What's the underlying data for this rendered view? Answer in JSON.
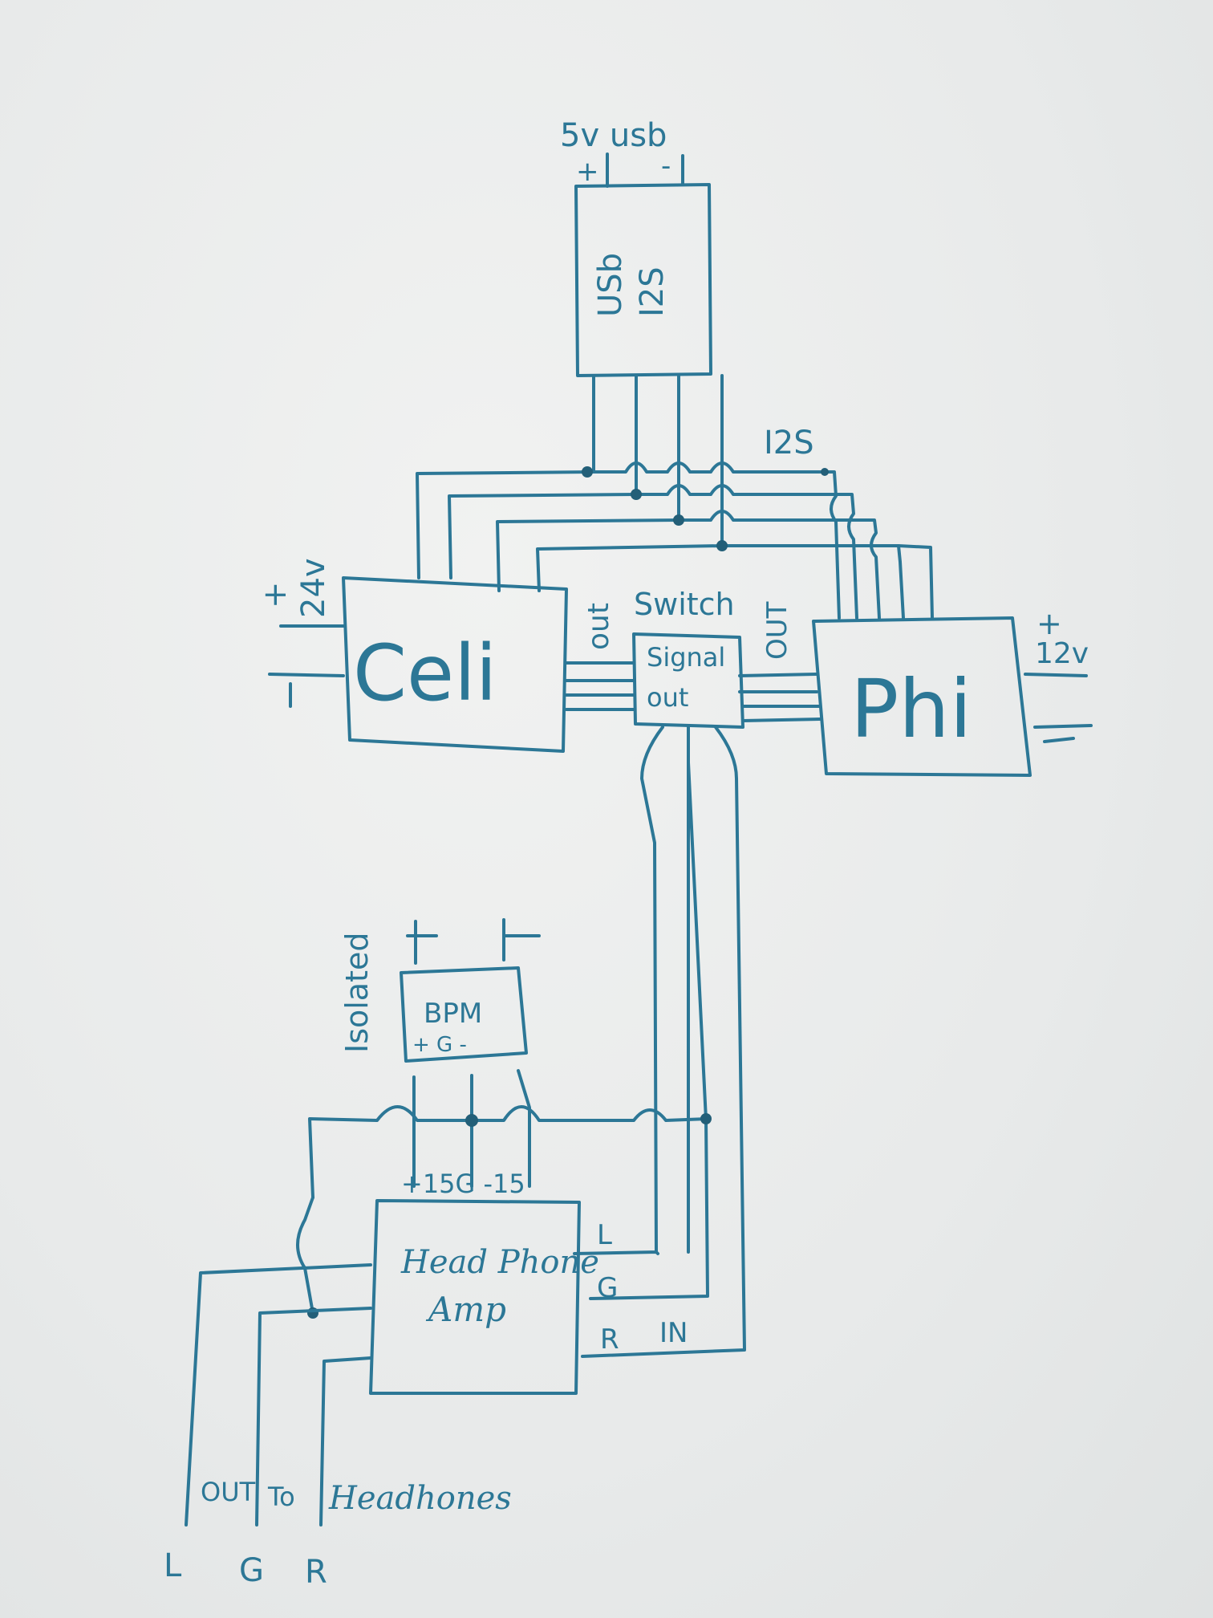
{
  "power": {
    "usb_supply": "5v usb",
    "usb_plus": "+",
    "usb_minus": "-",
    "celi_supply": "24v",
    "celi_plus": "+",
    "celi_minus": "|",
    "phi_supply": "12v",
    "phi_plus": "+",
    "phi_minus": "="
  },
  "blocks": {
    "usb_i2s": {
      "line1": "USb",
      "line2": "I2S"
    },
    "celi": {
      "label": "Celi"
    },
    "phi": {
      "label": "Phi"
    },
    "switch": {
      "title": "Switch",
      "line1": "Signal",
      "line2": "out",
      "left_out": "out",
      "right_out": "OUT"
    },
    "bpm": {
      "side": "Isolated",
      "title": "BPM",
      "pins": "+ G -",
      "in_plus": "+",
      "in_minus": "|-"
    },
    "amp": {
      "line1": "Head Phone",
      "line2": "Amp",
      "rails": "+15G  -15",
      "pin_l": "L",
      "pin_g": "G",
      "pin_r": "R",
      "in": "IN"
    }
  },
  "bus_label": "I2S",
  "output": {
    "out": "OUT",
    "to": "To",
    "headphones": "Headhones",
    "l": "L",
    "g": "G",
    "r": "R"
  }
}
